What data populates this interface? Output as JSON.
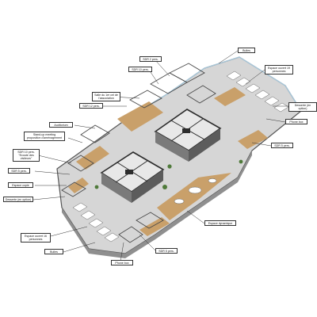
{
  "diagram": {
    "labels": {
      "bulles_top": "Bulles",
      "sdr2_top": "SDR 2 pers.",
      "sdr10_top": "SDR 10 pers.",
      "espace_ouvert_19": "Espace ouvert 19\npersonnes",
      "salle_1er_cercle": "Salle du 1er cel de\nl'association",
      "desserte_top": "Desserte (en option)",
      "sdr12": "SDR 12 pers.",
      "phone_box_top": "Phone box",
      "auditorium": "Auditorium",
      "standup": "Stand-up meeting\nproposition d'aménagement",
      "sdr5_right": "SDR 5 pers.",
      "sdr10_ecoute": "SDR 10 pers.\n\"Ecoute des\nvisiteurs\"",
      "sdr5_left": "SDR 5 pers.",
      "espace_copie": "Espace copie",
      "desserte_left": "Desserte (en option)",
      "espace_dynamique": "Espace dynamique",
      "espace_ouvert_16": "Espace ouvert 16\npersonnes",
      "bulles_bottom": "Bulles",
      "sdr5_bottom": "SDR 5 pers.",
      "phone_box_bottom": "Phone box"
    },
    "colors": {
      "floor": "#d2d2d2",
      "wall": "#4a4a4a",
      "wood": "#c9a06a",
      "core": "#2c2c2c",
      "glass": "#a8c6d8",
      "plant": "#4f7a3a"
    }
  }
}
